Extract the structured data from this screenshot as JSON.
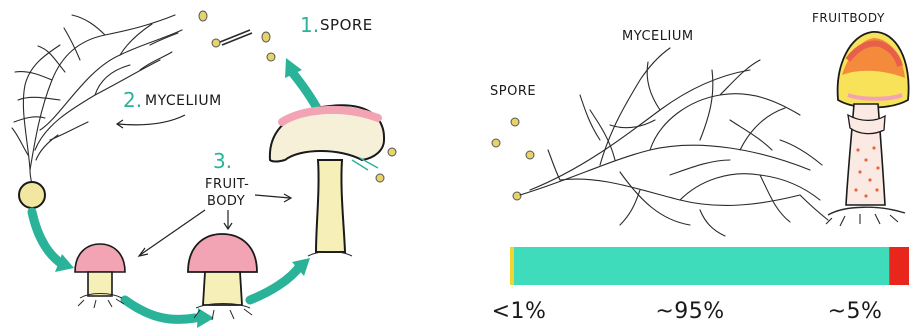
{
  "left_panel": {
    "step1_number": "1.",
    "step1_label": "SPORE",
    "step2_number": "2.",
    "step2_label": "MYCELIUM",
    "step3_number": "3.",
    "step3_label_line1": "FRUIT-",
    "step3_label_line2": "BODY"
  },
  "right_panel": {
    "spore_label": "SPORE",
    "mycelium_label": "MYCELIUM",
    "fruitbody_label": "FRUITBODY",
    "bar": {
      "segments": [
        {
          "name": "spore",
          "fraction": 0.01,
          "color": "#f2d531",
          "label": "<1%"
        },
        {
          "name": "mycelium",
          "fraction": 0.95,
          "color": "#3fdcbc",
          "label": "~95%"
        },
        {
          "name": "fruitbody",
          "fraction": 0.05,
          "color": "#e8261c",
          "label": "~5%"
        }
      ]
    }
  },
  "colors": {
    "teal_accent": "#2bb39a",
    "cap_pink": "#f2a3b4",
    "stem_yellow": "#f6f0b8",
    "spore_yellow": "#e6d36a",
    "cap_orange": "#f38a3c"
  }
}
